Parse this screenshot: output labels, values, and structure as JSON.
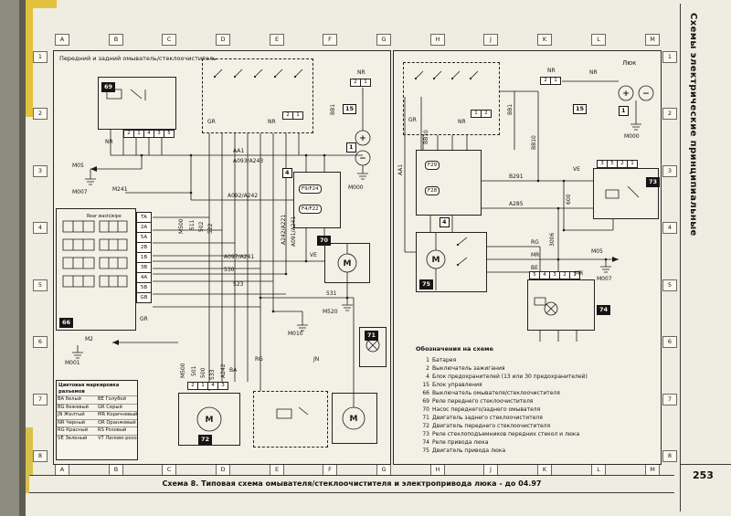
{
  "page": {
    "caption": "Схема 8. Типовая схема омывателя/стеклоочистителя и электропривода люка - до 04.97",
    "sidebar_title": "Схемы электрические принципиальные",
    "page_number": "253"
  },
  "grid": {
    "letters": [
      "A",
      "B",
      "C",
      "D",
      "E",
      "F",
      "G",
      "H",
      "J",
      "K",
      "L",
      "M"
    ],
    "numbers": [
      "1",
      "2",
      "3",
      "4",
      "5",
      "6",
      "7",
      "8"
    ]
  },
  "left_panel": {
    "title": "Передний и задний омыватель/стеклоочиститель",
    "block66_text": "Rear wash/wipe"
  },
  "right_panel": {
    "title": "Люк"
  },
  "refs": {
    "r69": "69",
    "r66": "66",
    "r70": "70",
    "r71": "71",
    "r72": "72",
    "r73": "73",
    "r74": "74",
    "r75": "75",
    "fuse_left": "4",
    "fuse_right": "4",
    "ctrl_left": "15",
    "ctrl_right": "15",
    "battery_left": "1",
    "battery_right": "1"
  },
  "pins": {
    "relay69": [
      "2",
      "1",
      "4",
      "3",
      "5"
    ],
    "stalk_left": [
      "2",
      "1"
    ],
    "conn_left": [
      "2",
      "1"
    ],
    "stalk_right": [
      "1",
      "2"
    ],
    "conn_right": [
      "2",
      "1"
    ],
    "conn66": [
      "TA",
      "2A",
      "5A",
      "2B",
      "1B",
      "3B",
      "4A",
      "5B",
      "GB"
    ],
    "motor72": [
      "2",
      "1",
      "4",
      "3"
    ],
    "relay73": [
      "3",
      "5",
      "2",
      "1"
    ],
    "relay74": [
      "5",
      "4",
      "3",
      "2",
      "1"
    ]
  },
  "fuses": {
    "f9": "F9/F24",
    "f4": "F4/F22",
    "f29": "F29",
    "f28": "F28"
  },
  "glyphs": {
    "motor": "M",
    "plus": "+",
    "minus": "−"
  },
  "wire_labels": {
    "nr1": "NR",
    "gr1": "GR",
    "nr2": "NR",
    "bb1": "BB1",
    "nr3": "NR",
    "m000l": "M000",
    "m05l": "M05",
    "m007l": "M007",
    "m241": "M241",
    "aa1": "AA1",
    "a093": "A093/A243",
    "a092": "A092/A242",
    "a097": "A097/A241",
    "a242_221": "A242/A221",
    "a091_241": "A091/A241",
    "w511": "511",
    "w502": "502",
    "w522": "522",
    "m500a": "M500",
    "w530": "530",
    "w523": "523",
    "w531": "531",
    "m520": "M520",
    "m010": "M010",
    "vel": "VE",
    "rgl": "RG",
    "jnl": "JN",
    "ba": "BA",
    "m500b": "M500",
    "w501": "501",
    "w500": "500",
    "w533": "533",
    "a242": "A242",
    "gr2": "GR",
    "m2": "M2",
    "m001": "M001",
    "grr": "GR",
    "nrr1": "NR",
    "nrr2": "NR",
    "nrr3": "NR",
    "bb1r": "BB1",
    "bb10a": "BB10",
    "bb10b": "BB10",
    "aa1r": "AA1",
    "m000r": "M000",
    "b291": "B291",
    "w600": "600",
    "ver": "VE",
    "a285": "A285",
    "w3006": "3006",
    "rgr": "RG",
    "mrr1": "MR",
    "ber": "BE",
    "mrr2": "MR",
    "m05r": "M05",
    "m007r": "M007"
  },
  "color_legend": {
    "title": "Цветовая маркировка разъемов",
    "rows": [
      [
        "BA белый",
        "BE Голубой"
      ],
      [
        "BG бежевый",
        "GR Серый"
      ],
      [
        "JN Желтый",
        "MR Коричневый"
      ],
      [
        "NR Черный",
        "OR Оранжевый"
      ],
      [
        "RG Красный",
        "RS Розовый"
      ],
      [
        "VE Зеленый",
        "VT Лилово-розовый"
      ]
    ]
  },
  "legend": {
    "title": "Обозначения на схеме",
    "items": [
      {
        "ref": "1",
        "label": "Батарея"
      },
      {
        "ref": "2",
        "label": "Выключатель зажигания"
      },
      {
        "ref": "4",
        "label": "Блок предохранителей (13 или 30 предохранителей)"
      },
      {
        "ref": "15",
        "label": "Блок управления"
      },
      {
        "ref": "66",
        "label": "Выключатель омывателя/стеклоочистителя"
      },
      {
        "ref": "69",
        "label": "Реле переднего стеклоочистителя"
      },
      {
        "ref": "70",
        "label": "Насос переднего/заднего омывателя"
      },
      {
        "ref": "71",
        "label": "Двигатель заднего стеклоочистителя"
      },
      {
        "ref": "72",
        "label": "Двигатель переднего стеклоочистителя"
      },
      {
        "ref": "73",
        "label": "Реле стеклоподъемников передних стекол и люка"
      },
      {
        "ref": "74",
        "label": "Реле привода люка"
      },
      {
        "ref": "75",
        "label": "Двигатель привода люка"
      }
    ]
  }
}
